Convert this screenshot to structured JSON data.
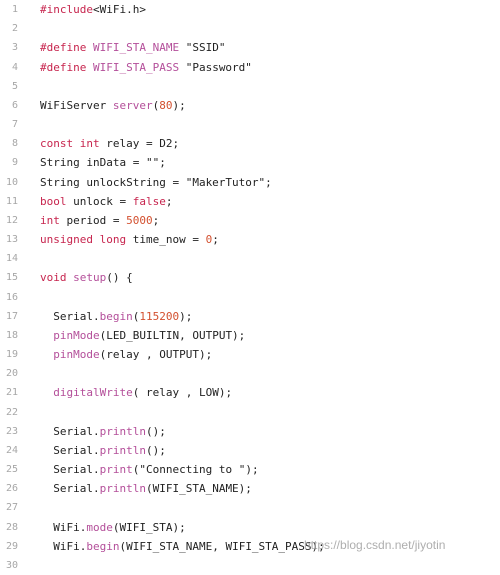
{
  "colors": {
    "plain": "#222222",
    "keyword": "#c7254e",
    "function": "#b44f9a",
    "number": "#d3502f",
    "line_number": "#a7a7a7"
  },
  "lines": [
    {
      "num": "1",
      "tokens": [
        {
          "t": "#include",
          "c": "keyword"
        },
        {
          "t": "<WiFi.h>",
          "c": "plain"
        }
      ]
    },
    {
      "num": "2",
      "tokens": []
    },
    {
      "num": "3",
      "tokens": [
        {
          "t": "#define ",
          "c": "keyword"
        },
        {
          "t": "WIFI_STA_NAME",
          "c": "function"
        },
        {
          "t": " \"SSID\"",
          "c": "plain"
        }
      ]
    },
    {
      "num": "4",
      "tokens": [
        {
          "t": "#define ",
          "c": "keyword"
        },
        {
          "t": "WIFI_STA_PASS",
          "c": "function"
        },
        {
          "t": " \"Password\"",
          "c": "plain"
        }
      ]
    },
    {
      "num": "5",
      "tokens": []
    },
    {
      "num": "6",
      "tokens": [
        {
          "t": "WiFiServer ",
          "c": "plain"
        },
        {
          "t": "server",
          "c": "function"
        },
        {
          "t": "(",
          "c": "plain"
        },
        {
          "t": "80",
          "c": "number"
        },
        {
          "t": ");",
          "c": "plain"
        }
      ]
    },
    {
      "num": "7",
      "tokens": []
    },
    {
      "num": "8",
      "tokens": [
        {
          "t": "const",
          "c": "keyword"
        },
        {
          "t": " ",
          "c": "plain"
        },
        {
          "t": "int",
          "c": "keyword"
        },
        {
          "t": " relay = D2;",
          "c": "plain"
        }
      ]
    },
    {
      "num": "9",
      "tokens": [
        {
          "t": "String inData = \"\";",
          "c": "plain"
        }
      ]
    },
    {
      "num": "10",
      "tokens": [
        {
          "t": "String unlockString = \"MakerTutor\";",
          "c": "plain"
        }
      ]
    },
    {
      "num": "11",
      "tokens": [
        {
          "t": "bool",
          "c": "keyword"
        },
        {
          "t": " unlock = ",
          "c": "plain"
        },
        {
          "t": "false",
          "c": "keyword"
        },
        {
          "t": ";",
          "c": "plain"
        }
      ]
    },
    {
      "num": "12",
      "tokens": [
        {
          "t": "int",
          "c": "keyword"
        },
        {
          "t": " period = ",
          "c": "plain"
        },
        {
          "t": "5000",
          "c": "number"
        },
        {
          "t": ";",
          "c": "plain"
        }
      ]
    },
    {
      "num": "13",
      "tokens": [
        {
          "t": "unsigned",
          "c": "keyword"
        },
        {
          "t": " ",
          "c": "plain"
        },
        {
          "t": "long",
          "c": "keyword"
        },
        {
          "t": " time_now = ",
          "c": "plain"
        },
        {
          "t": "0",
          "c": "number"
        },
        {
          "t": ";",
          "c": "plain"
        }
      ]
    },
    {
      "num": "14",
      "tokens": []
    },
    {
      "num": "15",
      "tokens": [
        {
          "t": "void",
          "c": "keyword"
        },
        {
          "t": " ",
          "c": "plain"
        },
        {
          "t": "setup",
          "c": "function"
        },
        {
          "t": "() {",
          "c": "plain"
        }
      ]
    },
    {
      "num": "16",
      "tokens": []
    },
    {
      "num": "17",
      "tokens": [
        {
          "t": "  Serial.",
          "c": "plain"
        },
        {
          "t": "begin",
          "c": "function"
        },
        {
          "t": "(",
          "c": "plain"
        },
        {
          "t": "115200",
          "c": "number"
        },
        {
          "t": ");",
          "c": "plain"
        }
      ]
    },
    {
      "num": "18",
      "tokens": [
        {
          "t": "  ",
          "c": "plain"
        },
        {
          "t": "pinMode",
          "c": "function"
        },
        {
          "t": "(LED_BUILTIN, OUTPUT);",
          "c": "plain"
        }
      ]
    },
    {
      "num": "19",
      "tokens": [
        {
          "t": "  ",
          "c": "plain"
        },
        {
          "t": "pinMode",
          "c": "function"
        },
        {
          "t": "(relay , OUTPUT);",
          "c": "plain"
        }
      ]
    },
    {
      "num": "20",
      "tokens": []
    },
    {
      "num": "21",
      "tokens": [
        {
          "t": "  ",
          "c": "plain"
        },
        {
          "t": "digitalWrite",
          "c": "function"
        },
        {
          "t": "( relay , LOW);",
          "c": "plain"
        }
      ]
    },
    {
      "num": "22",
      "tokens": []
    },
    {
      "num": "23",
      "tokens": [
        {
          "t": "  Serial.",
          "c": "plain"
        },
        {
          "t": "println",
          "c": "function"
        },
        {
          "t": "();",
          "c": "plain"
        }
      ]
    },
    {
      "num": "24",
      "tokens": [
        {
          "t": "  Serial.",
          "c": "plain"
        },
        {
          "t": "println",
          "c": "function"
        },
        {
          "t": "();",
          "c": "plain"
        }
      ]
    },
    {
      "num": "25",
      "tokens": [
        {
          "t": "  Serial.",
          "c": "plain"
        },
        {
          "t": "print",
          "c": "function"
        },
        {
          "t": "(\"Connecting to \");",
          "c": "plain"
        }
      ]
    },
    {
      "num": "26",
      "tokens": [
        {
          "t": "  Serial.",
          "c": "plain"
        },
        {
          "t": "println",
          "c": "function"
        },
        {
          "t": "(WIFI_STA_NAME);",
          "c": "plain"
        }
      ]
    },
    {
      "num": "27",
      "tokens": []
    },
    {
      "num": "28",
      "tokens": [
        {
          "t": "  WiFi.",
          "c": "plain"
        },
        {
          "t": "mode",
          "c": "function"
        },
        {
          "t": "(WIFI_STA);",
          "c": "plain"
        }
      ]
    },
    {
      "num": "29",
      "tokens": [
        {
          "t": "  WiFi.",
          "c": "plain"
        },
        {
          "t": "begin",
          "c": "function"
        },
        {
          "t": "(WIFI_STA_NAME, WIFI_STA_PASS);",
          "c": "plain"
        }
      ]
    },
    {
      "num": "30",
      "tokens": []
    }
  ],
  "watermark": "https://blog.csdn.net/jiyotin"
}
